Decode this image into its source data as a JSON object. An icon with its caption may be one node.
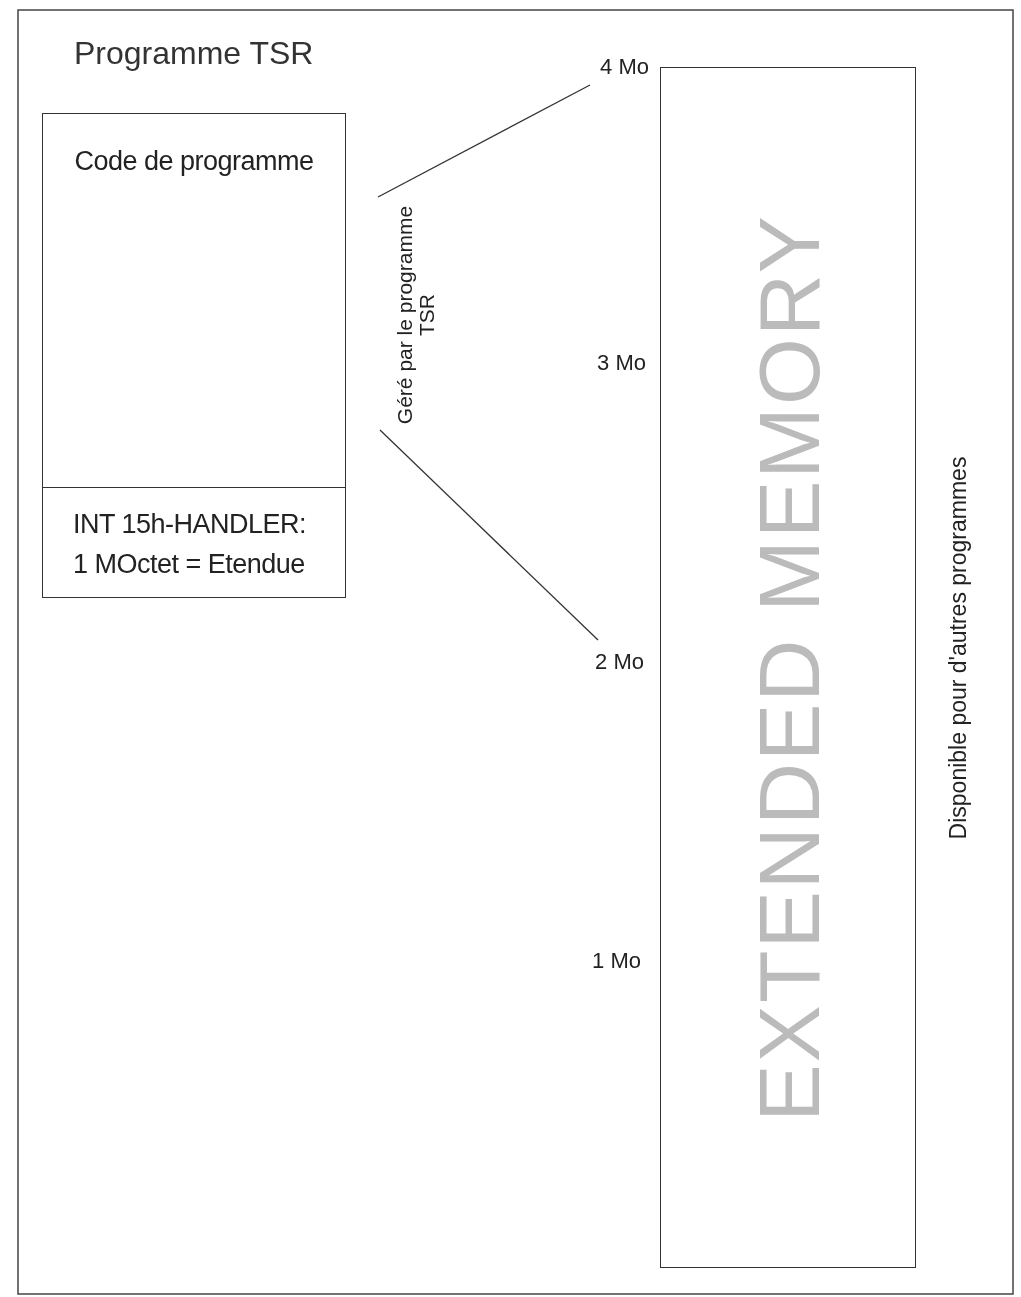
{
  "diagram": {
    "title": "Programme TSR",
    "nodes": [
      {
        "text": [
          "Code de programme"
        ]
      },
      {
        "text": [
          "INT 15h-HANDLER: 1 MOctet = Etendue"
        ]
      },
      {
        "text": [
          "EXTENDED MEMORY"
        ]
      }
    ],
    "edges": [],
    "labels": [
      "4 Mo",
      "Géré par le programme TSR",
      "3 Mo",
      "Disponible pour d'autres programmes",
      "2 Mo",
      "1 Mo"
    ]
  }
}
